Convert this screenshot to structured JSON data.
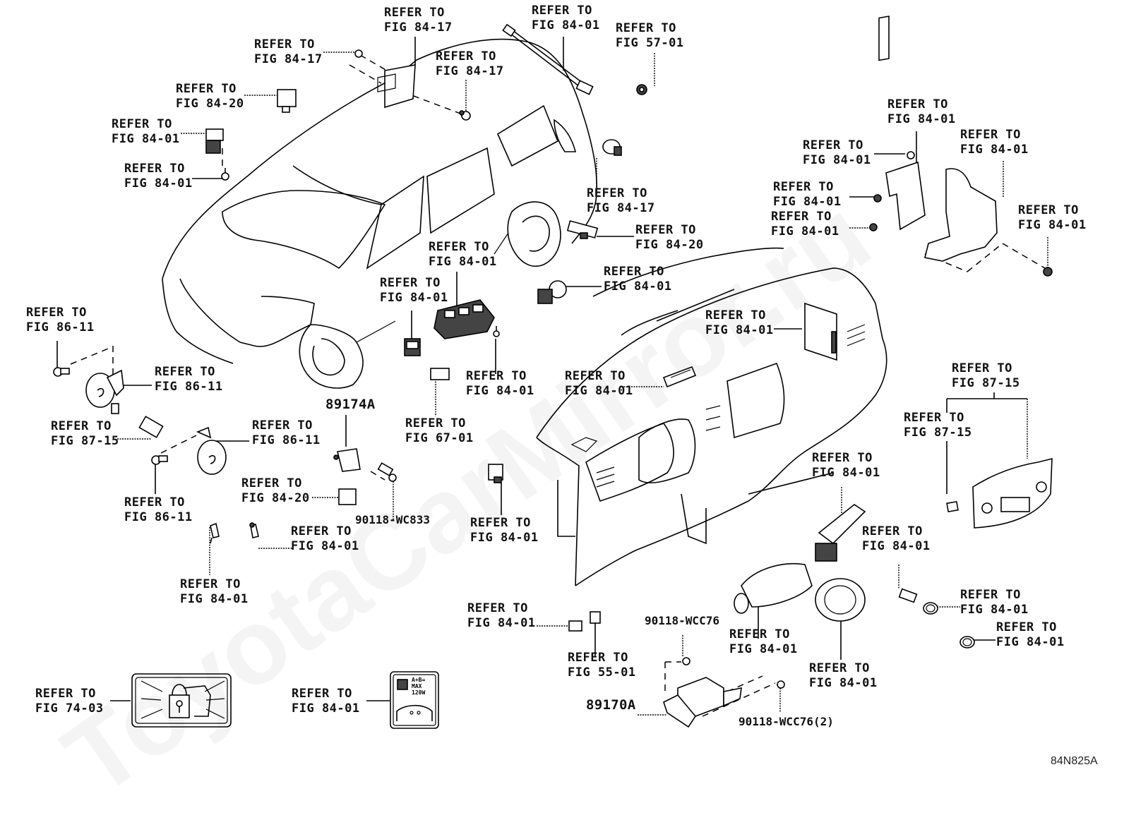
{
  "diagram": {
    "type": "parts-illustration",
    "subject": "Vehicle electrical switches, sensors and instrument panel components",
    "watermark": "ToyotaCarMirror.ru",
    "figure_code": "84N825A",
    "refer_prefix": "REFER TO",
    "labels": [
      {
        "id": "roof-console-screw",
        "line1": "REFER TO",
        "line2": "FIG 84-17"
      },
      {
        "id": "roof-console",
        "line1": "REFER TO",
        "line2": "FIG 84-17"
      },
      {
        "id": "roof-console-clip",
        "line1": "REFER TO",
        "line2": "FIG 84-17"
      },
      {
        "id": "wire-harness-top",
        "line1": "REFER TO",
        "line2": "FIG 84-01"
      },
      {
        "id": "grommet",
        "line1": "REFER TO",
        "line2": "FIG 57-01"
      },
      {
        "id": "relay-84-20",
        "line1": "REFER TO",
        "line2": "FIG 84-20"
      },
      {
        "id": "switch-upper-left",
        "line1": "REFER TO",
        "line2": "FIG 84-01"
      },
      {
        "id": "screw-upper-left",
        "line1": "REFER TO",
        "line2": "FIG 84-01"
      },
      {
        "id": "sensor-84-17",
        "line1": "REFER TO",
        "line2": "FIG 84-17"
      },
      {
        "id": "sensor-84-20",
        "line1": "REFER TO",
        "line2": "FIG 84-20"
      },
      {
        "id": "ecu-bracket-top",
        "line1": "REFER TO",
        "line2": "FIG 84-01"
      },
      {
        "id": "nut-1",
        "line1": "REFER TO",
        "line2": "FIG 84-01"
      },
      {
        "id": "nut-2",
        "line1": "REFER TO",
        "line2": "FIG 84-01"
      },
      {
        "id": "nut-3",
        "line1": "REFER TO",
        "line2": "FIG 84-01"
      },
      {
        "id": "bracket-right",
        "line1": "REFER TO",
        "line2": "FIG 84-01"
      },
      {
        "id": "nut-right",
        "line1": "REFER TO",
        "line2": "FIG 84-01"
      },
      {
        "id": "power-window-switch",
        "line1": "REFER TO",
        "line2": "FIG 84-01"
      },
      {
        "id": "single-switch",
        "line1": "REFER TO",
        "line2": "FIG 84-01"
      },
      {
        "id": "ignition-switch",
        "line1": "REFER TO",
        "line2": "FIG 84-01"
      },
      {
        "id": "dash-ecu",
        "line1": "REFER TO",
        "line2": "FIG 84-01"
      },
      {
        "id": "window-switch-screw",
        "line1": "REFER TO",
        "line2": "FIG 84-01"
      },
      {
        "id": "dash-sensor",
        "line1": "REFER TO",
        "line2": "FIG 84-01"
      },
      {
        "id": "small-switch-67",
        "line1": "REFER TO",
        "line2": "FIG 67-01"
      },
      {
        "id": "horn-bolt-top",
        "line1": "REFER TO",
        "line2": "FIG 86-11"
      },
      {
        "id": "horn-top",
        "line1": "REFER TO",
        "line2": "FIG 86-11"
      },
      {
        "id": "connector-87-15",
        "line1": "REFER TO",
        "line2": "FIG 87-15"
      },
      {
        "id": "horn-bottom",
        "line1": "REFER TO",
        "line2": "FIG 86-11"
      },
      {
        "id": "horn-bolt-bottom",
        "line1": "REFER TO",
        "line2": "FIG 86-11"
      },
      {
        "id": "relay-84-20-lower",
        "line1": "REFER TO",
        "line2": "FIG 84-20"
      },
      {
        "id": "bulb-socket",
        "line1": "REFER TO",
        "line2": "FIG 84-01"
      },
      {
        "id": "bulb",
        "line1": "REFER TO",
        "line2": "FIG 84-01"
      },
      {
        "id": "switch-dash-lower",
        "line1": "REFER TO",
        "line2": "FIG 84-01"
      },
      {
        "id": "heater-panel",
        "line1": "REFER TO",
        "line2": "FIG 87-15"
      },
      {
        "id": "heater-knob",
        "line1": "REFER TO",
        "line2": "FIG 87-15"
      },
      {
        "id": "combination-switch",
        "line1": "REFER TO",
        "line2": "FIG 84-01"
      },
      {
        "id": "wiper-switch",
        "line1": "REFER TO",
        "line2": "FIG 84-01"
      },
      {
        "id": "lamp-socket",
        "line1": "REFER TO",
        "line2": "FIG 84-01"
      },
      {
        "id": "ring-1",
        "line1": "REFER TO",
        "line2": "FIG 84-01"
      },
      {
        "id": "ring-2",
        "line1": "REFER TO",
        "line2": "FIG 84-01"
      },
      {
        "id": "spiral-cable",
        "line1": "REFER TO",
        "line2": "FIG 84-01"
      },
      {
        "id": "switch-55-left",
        "line1": "REFER TO",
        "line2": "FIG 84-01"
      },
      {
        "id": "switch-55",
        "line1": "REFER TO",
        "line2": "FIG 55-01"
      },
      {
        "id": "theft-label",
        "line1": "REFER TO",
        "line2": "FIG 74-03"
      },
      {
        "id": "power-outlet-label",
        "line1": "REFER TO",
        "line2": "FIG 84-01"
      }
    ],
    "part_numbers": [
      {
        "id": "airbag-sensor-front",
        "value": "89174A"
      },
      {
        "id": "airbag-sensor-front-bolt",
        "value": "90118-WC833"
      },
      {
        "id": "airbag-ecu",
        "value": "89170A"
      },
      {
        "id": "airbag-ecu-bolt-top",
        "value": "90118-WCC76"
      },
      {
        "id": "airbag-ecu-bolts",
        "value": "90118-WCC76(2)"
      }
    ],
    "power_outlet_label": {
      "line1": "A+B=",
      "line2": "MAX",
      "line3": "120W"
    }
  }
}
